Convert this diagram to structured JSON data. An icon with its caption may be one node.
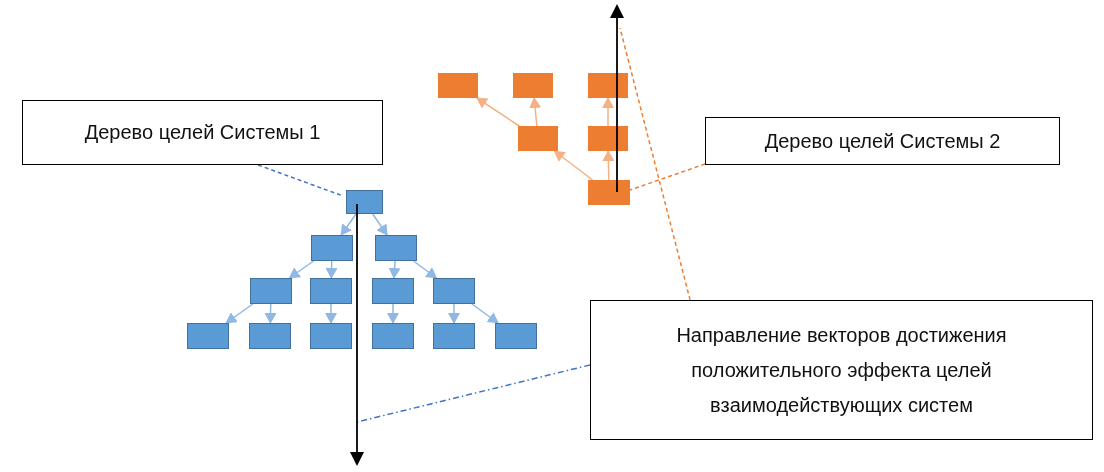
{
  "diagram": {
    "nodes": [
      {
        "text": [
          "Дерево целей Системы 1"
        ]
      },
      {
        "text": [
          "Дерево целей Системы 2"
        ]
      },
      {
        "text": [
          "Направление векторов достижения положительного эффекта целей взаимодействующих систем"
        ]
      },
      {
        "text": [],
        "shape": "box"
      },
      {
        "text": [],
        "shape": "box"
      },
      {
        "text": [],
        "shape": "box"
      },
      {
        "text": [],
        "shape": "box"
      },
      {
        "text": [],
        "shape": "box"
      },
      {
        "text": [],
        "shape": "box"
      },
      {
        "text": [],
        "shape": "box"
      },
      {
        "text": [],
        "shape": "box"
      },
      {
        "text": [],
        "shape": "box"
      },
      {
        "text": [],
        "shape": "box"
      },
      {
        "text": [],
        "shape": "box"
      },
      {
        "text": [],
        "shape": "box"
      },
      {
        "text": [],
        "shape": "box"
      },
      {
        "text": [],
        "shape": "box"
      },
      {
        "text": [],
        "shape": "box"
      },
      {
        "text": [],
        "shape": "box"
      },
      {
        "text": [],
        "shape": "box"
      },
      {
        "text": [],
        "shape": "box"
      },
      {
        "text": [],
        "shape": "box"
      }
    ],
    "edges": [
      {
        "from": 3,
        "to": 4,
        "arrow": "to"
      },
      {
        "from": 3,
        "to": 5,
        "arrow": "to"
      },
      {
        "from": 4,
        "to": 6,
        "arrow": "to"
      },
      {
        "from": 4,
        "to": 7,
        "arrow": "to"
      },
      {
        "from": 5,
        "to": 8,
        "arrow": "to"
      },
      {
        "from": 5,
        "to": 9,
        "arrow": "to"
      },
      {
        "from": 6,
        "to": 10,
        "arrow": "to"
      },
      {
        "from": 6,
        "to": 11,
        "arrow": "to"
      },
      {
        "from": 7,
        "to": 12,
        "arrow": "to"
      },
      {
        "from": 8,
        "to": 13,
        "arrow": "to"
      },
      {
        "from": 9,
        "to": 14,
        "arrow": "to"
      },
      {
        "from": 9,
        "to": 15,
        "arrow": "to"
      },
      {
        "from": 21,
        "to": 19,
        "arrow": "to",
        "color": "#f4b183"
      },
      {
        "from": 19,
        "to": 16,
        "arrow": "to",
        "color": "#f4b183"
      },
      {
        "from": 19,
        "to": 17,
        "arrow": "to",
        "color": "#f4b183"
      },
      {
        "from": 21,
        "to": 20,
        "arrow": "to",
        "color": "#f4b183"
      },
      {
        "from": 20,
        "to": 18,
        "arrow": "to",
        "color": "#f4b183"
      },
      {
        "from": 0,
        "to": 3,
        "arrow": "none",
        "style": "dashed",
        "color": "#4472c4"
      },
      {
        "from": 1,
        "to": 21,
        "arrow": "none",
        "style": "dashed",
        "color": "#ed7d31"
      },
      {
        "from": 2,
        "to": null,
        "arrow": "none",
        "style": "dashed",
        "color": "#4472c4"
      },
      {
        "from": 2,
        "to": null,
        "arrow": "none",
        "style": "dashed",
        "color": "#ed7d31"
      }
    ]
  }
}
